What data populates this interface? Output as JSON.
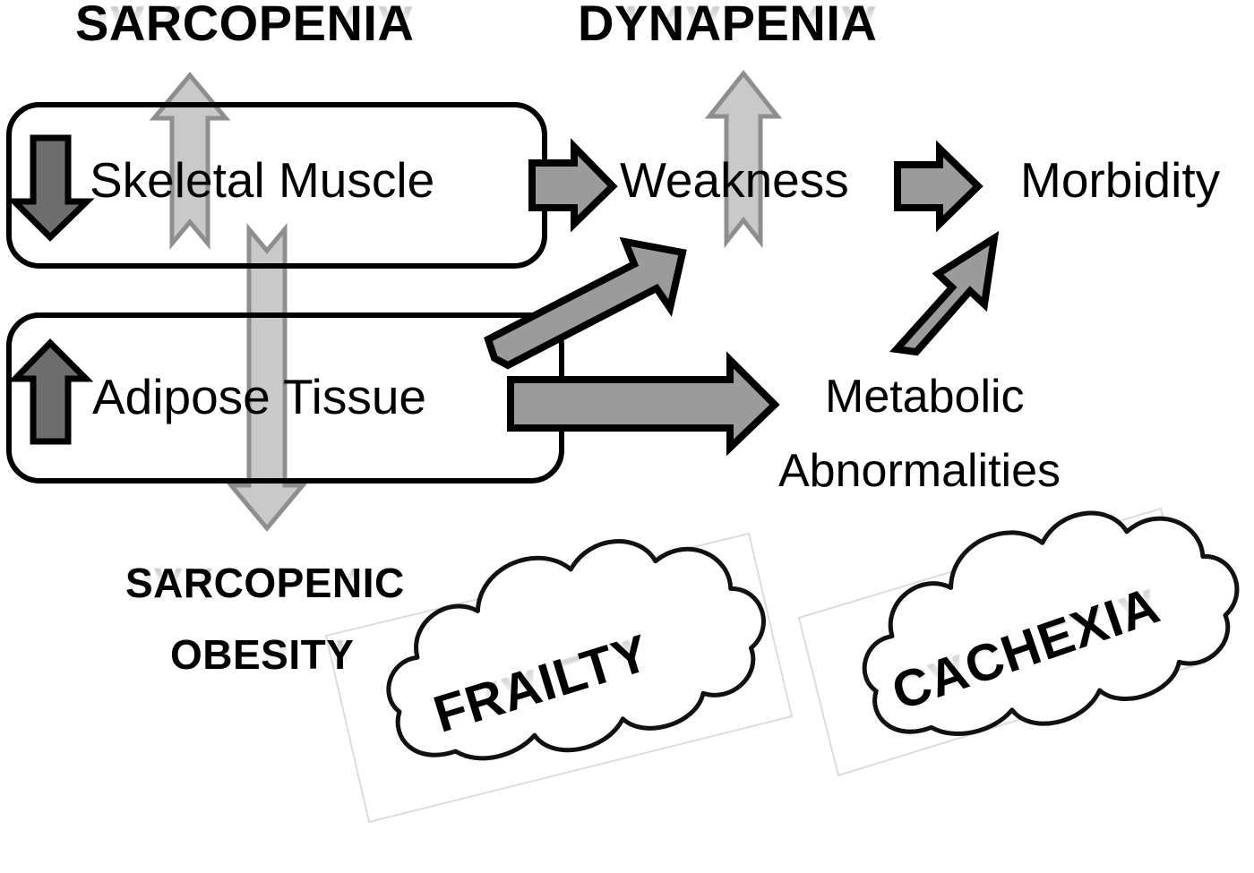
{
  "figure": {
    "type": "flow-diagram",
    "background_color": "#ffffff",
    "palette": {
      "ink": "#000000",
      "dark_gray_arrow_fill": "#6d6d6d",
      "mid_gray_arrow_fill": "#9b9b9b",
      "light_gray_arrow_fill": "#c9c9c9",
      "light_gray_arrow_stroke": "#8e8e8e",
      "faint_frame": "#d8d8d8"
    }
  },
  "headings": [
    {
      "id": "sarcopenia",
      "text": "SARCOPENIA",
      "reflected": true
    },
    {
      "id": "dynapenia",
      "text": "DYNAPENIA",
      "reflected": true
    }
  ],
  "boxes": [
    {
      "id": "skeletal-muscle",
      "label": "Skeletal Muscle",
      "indicator": "down-arrow",
      "indicator_meaning": "decrease"
    },
    {
      "id": "adipose-tissue",
      "label": "Adipose Tissue",
      "indicator": "up-arrow",
      "indicator_meaning": "increase"
    }
  ],
  "nodes": [
    {
      "id": "weakness",
      "label": "Weakness"
    },
    {
      "id": "morbidity",
      "label": "Morbidity"
    },
    {
      "id": "metabolic",
      "label_line1": "Metabolic",
      "label_line2": "Abnormalities"
    }
  ],
  "bottom_label": {
    "id": "sarcopenic-obesity",
    "line1": "SARCOPENIC",
    "line2": "OBESITY",
    "reflected": true
  },
  "clouds": [
    {
      "id": "frailty",
      "text": "FRAILTY",
      "rotation_deg": -17
    },
    {
      "id": "cachexia",
      "text": "CACHEXIA",
      "rotation_deg": -19
    }
  ],
  "connectors": [
    {
      "id": "muscle-to-sarcopenia",
      "from": "skeletal-muscle",
      "to": "sarcopenia",
      "style": "light-gray-notched-up-arrow",
      "direction": "up"
    },
    {
      "id": "muscle-to-weakness",
      "from": "skeletal-muscle",
      "to": "weakness",
      "style": "mid-gray-block-arrow",
      "direction": "right"
    },
    {
      "id": "weakness-to-dynapenia",
      "from": "weakness",
      "to": "dynapenia",
      "style": "light-gray-notched-up-arrow",
      "direction": "up"
    },
    {
      "id": "weakness-to-morbidity",
      "from": "weakness",
      "to": "morbidity",
      "style": "mid-gray-block-arrow",
      "direction": "right"
    },
    {
      "id": "muscle-adipose-to-sarcopenic-obesity",
      "from": "skeletal-muscle",
      "to": "sarcopenic-obesity",
      "style": "light-gray-notched-down-arrow",
      "direction": "down"
    },
    {
      "id": "adipose-to-weakness",
      "from": "adipose-tissue",
      "to": "weakness",
      "style": "mid-gray-block-arrow",
      "direction": "up-right"
    },
    {
      "id": "adipose-to-metabolic",
      "from": "adipose-tissue",
      "to": "metabolic",
      "style": "mid-gray-block-arrow",
      "direction": "right"
    },
    {
      "id": "metabolic-to-morbidity",
      "from": "metabolic",
      "to": "morbidity",
      "style": "mid-gray-block-arrow",
      "direction": "up-right"
    }
  ]
}
